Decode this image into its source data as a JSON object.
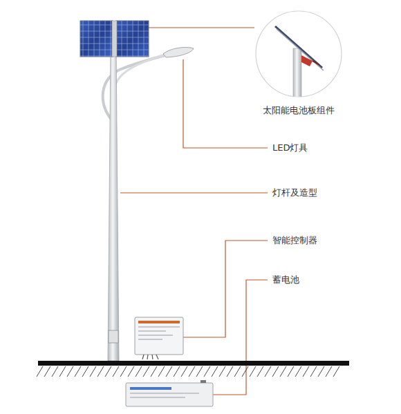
{
  "diagram": {
    "labels": [
      "太阳能电池板组件",
      "LED灯具",
      "灯杆及造型",
      "智能控制器",
      "蓄电池"
    ]
  }
}
